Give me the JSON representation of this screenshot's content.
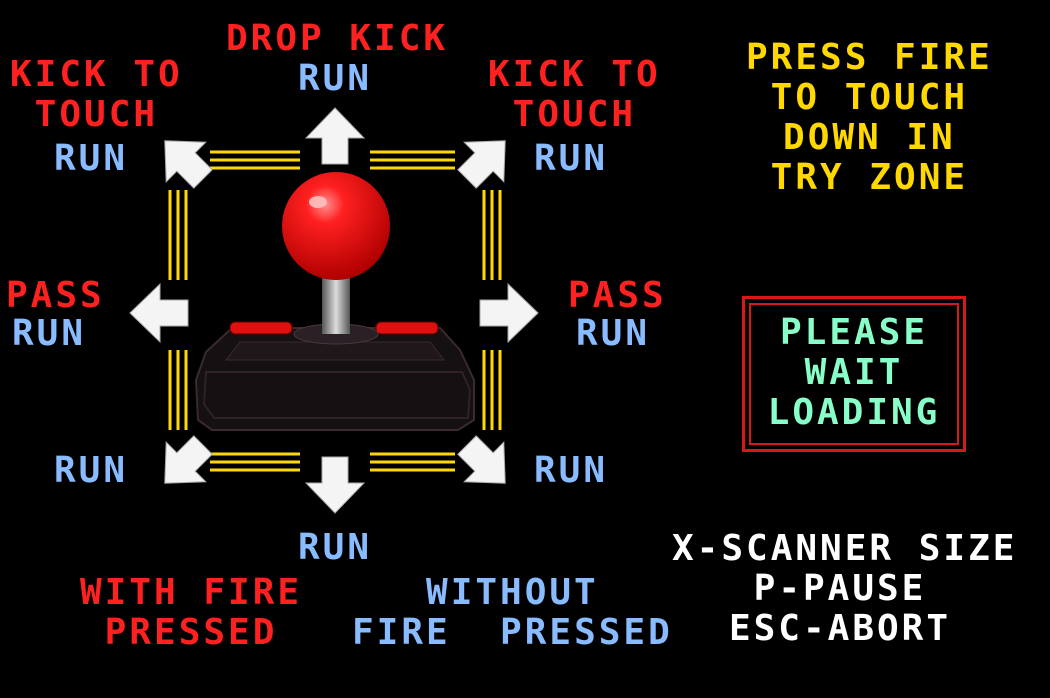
{
  "colors": {
    "fire": "#ff2020",
    "nofire": "#88bbff",
    "info": "#ffd800",
    "loading": "#88ffc8",
    "keys": "#ffffff",
    "frame": "#ffd800",
    "stick_ball": "#ff1010"
  },
  "directions": {
    "up": {
      "fire": "DROP KICK",
      "nofire": "RUN"
    },
    "up_left": {
      "fire": "KICK TO\nTOUCH",
      "nofire": "RUN"
    },
    "up_right": {
      "fire": "KICK TO\nTOUCH",
      "nofire": "RUN"
    },
    "left": {
      "fire": "PASS",
      "nofire": "RUN"
    },
    "right": {
      "fire": "PASS",
      "nofire": "RUN"
    },
    "down_left": {
      "nofire": "RUN"
    },
    "down_right": {
      "nofire": "RUN"
    },
    "down": {
      "nofire": "RUN"
    }
  },
  "legend": {
    "with_fire": "WITH FIRE\nPRESSED",
    "without_fire": "WITHOUT\nFIRE  PRESSED"
  },
  "info_text": "PRESS FIRE\nTO TOUCH\nDOWN IN\nTRY ZONE",
  "status": "PLEASE\nWAIT\nLOADING",
  "keys": "X-SCANNER SIZE\nP-PAUSE\nESC-ABORT",
  "icons": [
    "joystick-icon",
    "arrow-up-icon",
    "arrow-down-icon",
    "arrow-left-icon",
    "arrow-right-icon",
    "arrow-up-left-icon",
    "arrow-up-right-icon",
    "arrow-down-left-icon",
    "arrow-down-right-icon"
  ]
}
